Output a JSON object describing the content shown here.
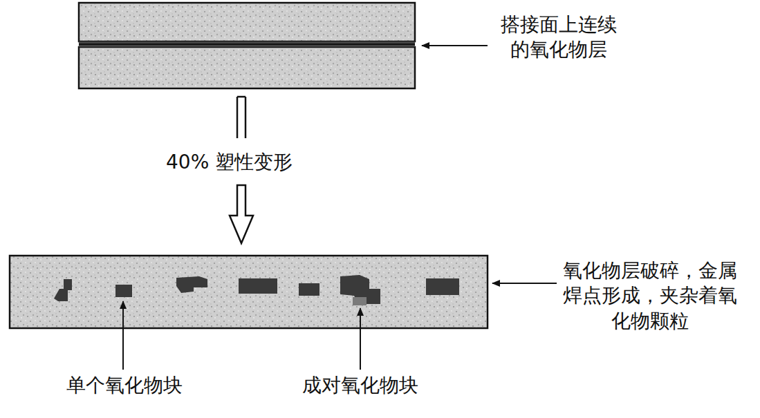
{
  "diagram": {
    "labels": [
      "搭接面上连续的氧化物层",
      "40% 塑性变形",
      "氧化物层破碎，金属焊点形成，夹杂着氧化物颗粒",
      "单个氧化物块",
      "成对氧化物块"
    ]
  }
}
